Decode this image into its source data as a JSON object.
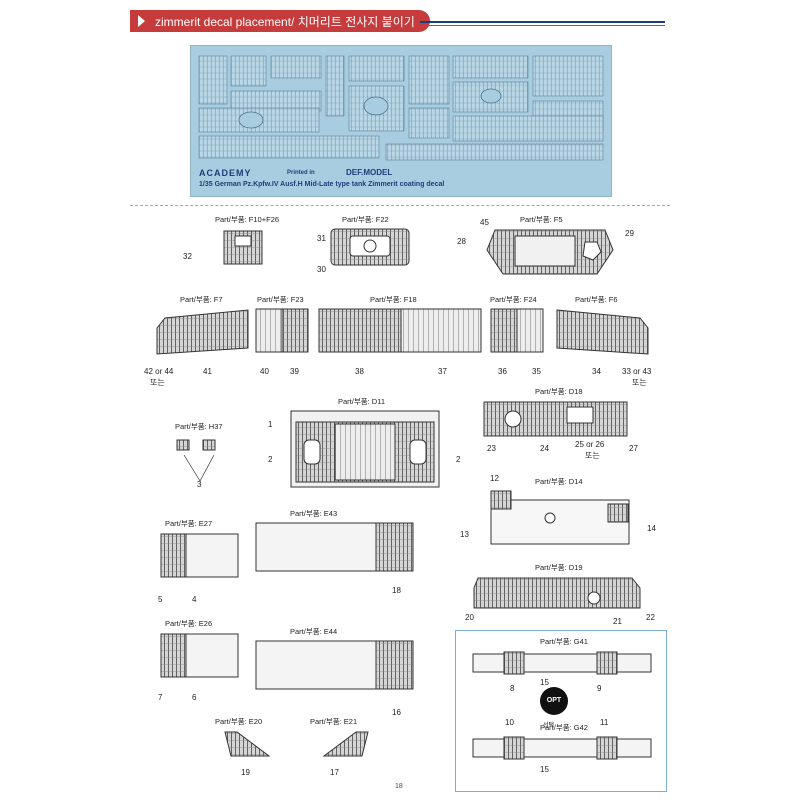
{
  "header": {
    "title": "zimmerit decal placement/ 치머리트 전사지 붙이기"
  },
  "sheet": {
    "logo": "ACADEMY",
    "printed": "Printed in",
    "brand": "DEF.MODEL",
    "caption": "1/35 German Pz.Kpfw.IV Ausf.H Mid-Late type tank Zimmerit coating decal"
  },
  "parts": {
    "f10": "Part/부품: F10+F26",
    "f22": "Part/부품: F22",
    "f5": "Part/부품: F5",
    "f7": "Part/부품: F7",
    "f23": "Part/부품: F23",
    "f18": "Part/부품: F18",
    "f24": "Part/부품: F24",
    "f6": "Part/부품: F6",
    "h37": "Part/부품: H37",
    "d11": "Part/부품: D11",
    "d18": "Part/부품: D18",
    "d14": "Part/부품: D14",
    "e27": "Part/부품: E27",
    "e43": "Part/부품: E43",
    "d19": "Part/부품: D19",
    "e26": "Part/부품: E26",
    "e44": "Part/부품: E44",
    "g41": "Part/부품: G41",
    "e20": "Part/부품: E20",
    "e21": "Part/부품: E21",
    "g42": "Part/부품: G42"
  },
  "numbers": {
    "n32": "32",
    "n31": "31",
    "n30": "30",
    "n45": "45",
    "n28": "28",
    "n29": "29",
    "n42": "42 or 44",
    "n42b": "또는",
    "n41": "41",
    "n40": "40",
    "n39": "39",
    "n38": "38",
    "n37": "37",
    "n36": "36",
    "n35": "35",
    "n34": "34",
    "n33": "33 or 43",
    "n33b": "또는",
    "n1": "1",
    "n2a": "2",
    "n2b": "2",
    "n3": "3",
    "n23": "23",
    "n24": "24",
    "n25": "25 or 26",
    "n25b": "또는",
    "n27": "27",
    "n12": "12",
    "n13": "13",
    "n14": "14",
    "n5": "5",
    "n4": "4",
    "n18": "18",
    "n20": "20",
    "n21": "21",
    "n22": "22",
    "n7": "7",
    "n6": "6",
    "n16": "16",
    "n8": "8",
    "n15a": "15",
    "n9": "9",
    "n19": "19",
    "n17": "17",
    "n10": "10",
    "n11": "11",
    "n15b": "15"
  },
  "option": {
    "label": "OPT",
    "sub": "선택"
  },
  "page_number": "18",
  "colors": {
    "accent": "#c63b3b",
    "navy": "#1d3d7a",
    "decal": "#a9cde0",
    "frame": "#7bb0d6"
  }
}
